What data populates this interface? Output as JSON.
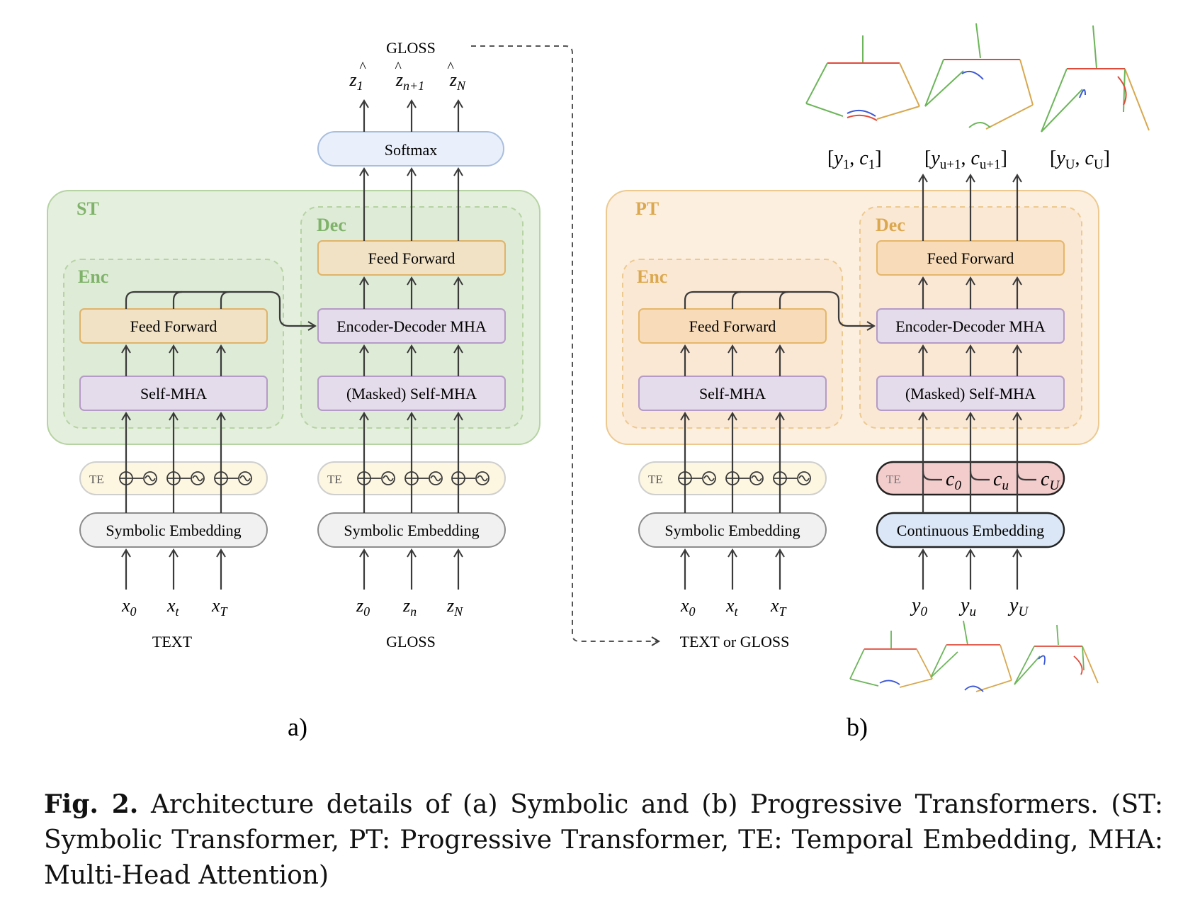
{
  "top_gloss": "GLOSS",
  "panel_a": {
    "container_label": "ST",
    "enc_label": "Enc",
    "dec_label": "Dec",
    "softmax": "Softmax",
    "enc_ff": "Feed Forward",
    "enc_mha": "Self-MHA",
    "dec_ff": "Feed Forward",
    "dec_ed": "Encoder-Decoder MHA",
    "dec_mha": "(Masked) Self-MHA",
    "te": "TE",
    "emb_left": "Symbolic Embedding",
    "emb_right": "Symbolic Embedding",
    "outputs": [
      {
        "base": "z",
        "sub": "1"
      },
      {
        "base": "z",
        "sub": "n+1"
      },
      {
        "base": "z",
        "sub": "N"
      }
    ],
    "inputs_text": [
      {
        "base": "x",
        "sub": "0"
      },
      {
        "base": "x",
        "sub": "t"
      },
      {
        "base": "x",
        "sub": "T"
      }
    ],
    "inputs_gloss": [
      {
        "base": "z",
        "sub": "0"
      },
      {
        "base": "z",
        "sub": "n"
      },
      {
        "base": "z",
        "sub": "N"
      }
    ],
    "label_text": "TEXT",
    "label_gloss": "GLOSS",
    "panel_label": "a)"
  },
  "panel_b": {
    "container_label": "PT",
    "enc_label": "Enc",
    "dec_label": "Dec",
    "enc_ff": "Feed Forward",
    "enc_mha": "Self-MHA",
    "dec_ff": "Feed Forward",
    "dec_ed": "Encoder-Decoder MHA",
    "dec_mha": "(Masked) Self-MHA",
    "te": "TE",
    "te_counters": [
      {
        "base": "c",
        "sub": "0"
      },
      {
        "base": "c",
        "sub": "u"
      },
      {
        "base": "c",
        "sub": "U"
      }
    ],
    "emb_left": "Symbolic Embedding",
    "emb_right": "Continuous Embedding",
    "outputs": [
      {
        "y": "y",
        "ysub": "1",
        "c": "c",
        "csub": "1"
      },
      {
        "y": "y",
        "ysub": "u+1",
        "c": "c",
        "csub": "u+1"
      },
      {
        "y": "y",
        "ysub": "U",
        "c": "c",
        "csub": "U"
      }
    ],
    "inputs_text": [
      {
        "base": "x",
        "sub": "0"
      },
      {
        "base": "x",
        "sub": "t"
      },
      {
        "base": "x",
        "sub": "T"
      }
    ],
    "inputs_pose": [
      {
        "base": "y",
        "sub": "0"
      },
      {
        "base": "y",
        "sub": "u"
      },
      {
        "base": "y",
        "sub": "U"
      }
    ],
    "label_text_or_gloss": "TEXT or GLOSS",
    "panel_label": "b)"
  },
  "colors": {
    "st_fill": "#e5efde",
    "st_stroke": "#b5d3a3",
    "st_text": "#7fb36a",
    "pt_fill": "#fcefe0",
    "pt_stroke": "#ecc98f",
    "pt_text": "#dba84e",
    "ff_fill": "#f1e2c6",
    "ff_stroke": "#dfb36a",
    "mha_fill": "#e4dcea",
    "mha_stroke": "#b59bc7",
    "softmax_fill": "#e9f0fb",
    "softmax_stroke": "#a9bede",
    "te_fill": "#fdf7e1",
    "te_stroke": "#cfcfcf",
    "te_pink_fill": "#f3cccc",
    "cont_fill": "#dbe7f6",
    "emb_fill": "#f1f1f1",
    "emb_stroke": "#8c8c8c",
    "arrow": "#3a3a3a"
  },
  "caption": {
    "fig": "Fig. 2.",
    "text": "Architecture details of (a) Symbolic and (b) Progressive Transformers. (ST: Symbolic Transformer, PT: Progressive Transformer, TE: Temporal Embedding, MHA: Multi-Head Attention)"
  }
}
